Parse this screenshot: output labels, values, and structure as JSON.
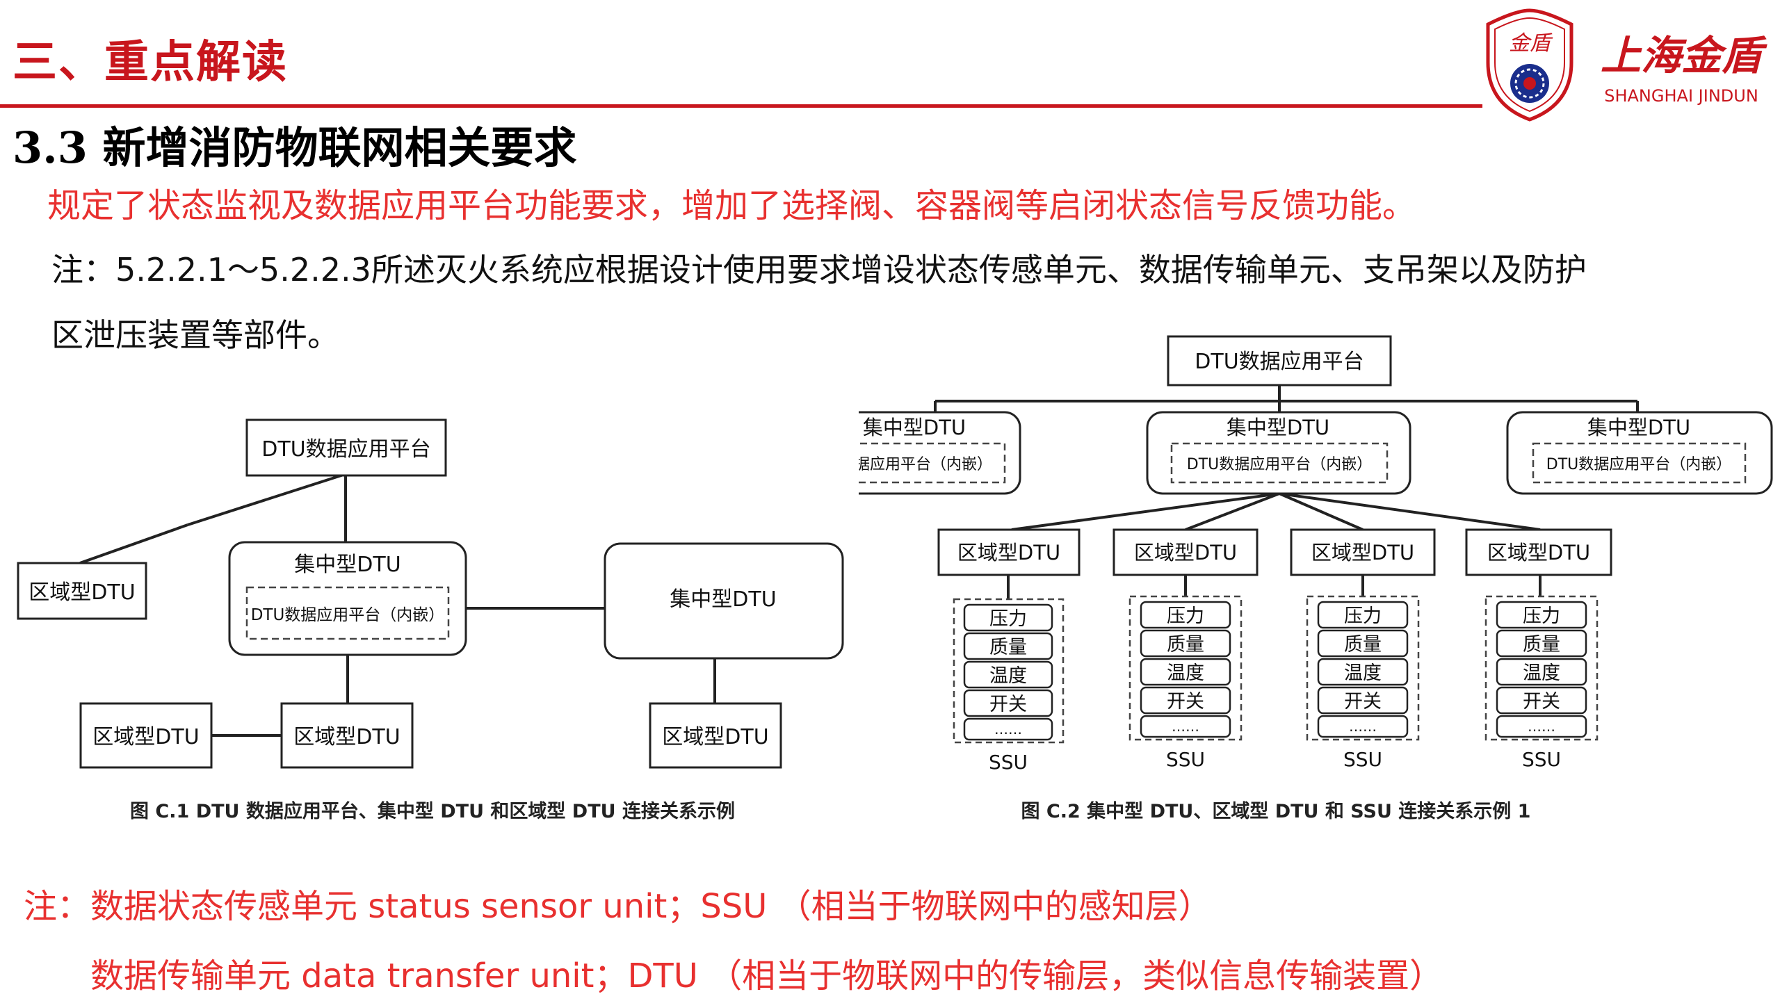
{
  "header": {
    "section_title": "三、重点解读",
    "subsection_title": "3.3 新增消防物联网相关要求",
    "logo": {
      "seal_text": "金盾",
      "brand_cn": "上海金盾",
      "brand_en": "SHANGHAI  JINDUN",
      "colors": {
        "red": "#c8161d",
        "blue": "#1a2e8c"
      }
    }
  },
  "summary": "规定了状态监视及数据应用平台功能要求，增加了选择阀、容器阀等启闭状态信号反馈功能。",
  "note": {
    "line1": "注：5.2.2.1～5.2.2.3所述灭火系统应根据设计使用要求增设状态传感单元、数据传输单元、支吊架以及防护",
    "line2": "区泄压装置等部件。"
  },
  "figure_c1": {
    "platform": "DTU数据应用平台",
    "central_dtu": "集中型DTU",
    "embedded_platform": "DTU数据应用平台（内嵌）",
    "central_dtu_right": "集中型DTU",
    "regional_left": "区域型DTU",
    "regional_bottom_left": "区域型DTU",
    "regional_bottom_mid": "区域型DTU",
    "regional_bottom_right": "区域型DTU",
    "caption": "图 C.1   DTU 数据应用平台、集中型 DTU 和区域型 DTU 连接关系示例"
  },
  "figure_c2": {
    "platform": "DTU数据应用平台",
    "central_dtus": [
      {
        "title": "集中型DTU",
        "embedded": "数据应用平台（内嵌）"
      },
      {
        "title": "集中型DTU",
        "embedded": "DTU数据应用平台（内嵌）"
      },
      {
        "title": "集中型DTU",
        "embedded": "DTU数据应用平台（内嵌）"
      }
    ],
    "regional_dtus": [
      "区域型DTU",
      "区域型DTU",
      "区域型DTU",
      "区域型DTU"
    ],
    "ssu_items": [
      "压力",
      "质量",
      "温度",
      "开关",
      "……"
    ],
    "ssu_label": "SSU",
    "caption": "图 C.2    集中型 DTU、区域型 DTU 和 SSU 连接关系示例 1"
  },
  "footnotes": {
    "line1": "注：数据状态传感单元 status sensor unit；SSU （相当于物联网中的感知层）",
    "line2": "数据传输单元 data transfer unit；DTU （相当于物联网中的传输层，类似信息传输装置）"
  }
}
